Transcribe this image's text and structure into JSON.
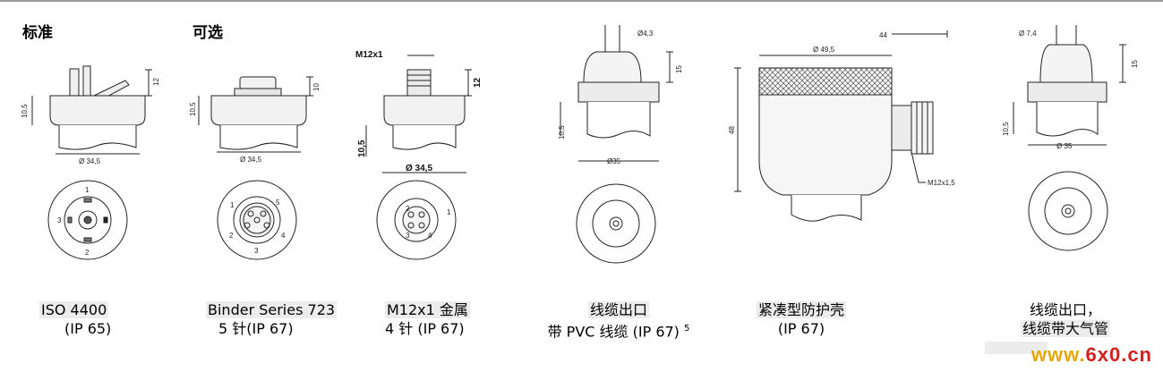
{
  "headers": {
    "standard": "标准",
    "optional": "可选"
  },
  "products": [
    {
      "caption_lines": [
        "ISO 4400",
        "(IP 65)"
      ],
      "dims": {
        "height": "12",
        "side": "10,5",
        "diameter": "Ø 34,5"
      },
      "pins": [
        "1",
        "2",
        "3"
      ]
    },
    {
      "caption_lines": [
        "Binder Series 723",
        "5 针(IP 67)"
      ],
      "dims": {
        "height": "10",
        "side": "10,5",
        "diameter": "Ø 34,5"
      },
      "pins": [
        "1",
        "2",
        "3",
        "4",
        "5"
      ]
    },
    {
      "caption_lines": [
        "M12x1 金属",
        "4 针  (IP 67)"
      ],
      "dims": {
        "thread": "M12x1",
        "height": "12",
        "side": "10,5",
        "diameter": "Ø 34,5"
      },
      "pins": [
        "1",
        "2",
        "3",
        "4"
      ]
    },
    {
      "caption_lines": [
        "线缆出口",
        "带 PVC 线缆  (IP 67)"
      ],
      "footnote": "5",
      "dims": {
        "cable": "Ø4,3",
        "height": "15",
        "side": "10,5",
        "diameter": "Ø35"
      }
    },
    {
      "caption_lines": [
        "紧凑型防护壳",
        "(IP 67)"
      ],
      "dims": {
        "width": "44",
        "diameter": "Ø 49,5",
        "height": "48",
        "gland": "M12x1,5"
      }
    },
    {
      "caption_lines": [
        "线缆出口，",
        "线缆带大气管"
      ],
      "dims": {
        "cable": "Ø 7,4",
        "height": "15",
        "side": "10,5",
        "diameter": "Ø 35"
      }
    }
  ],
  "watermark": {
    "part1": "www.",
    "part2": "6x0.cn"
  }
}
